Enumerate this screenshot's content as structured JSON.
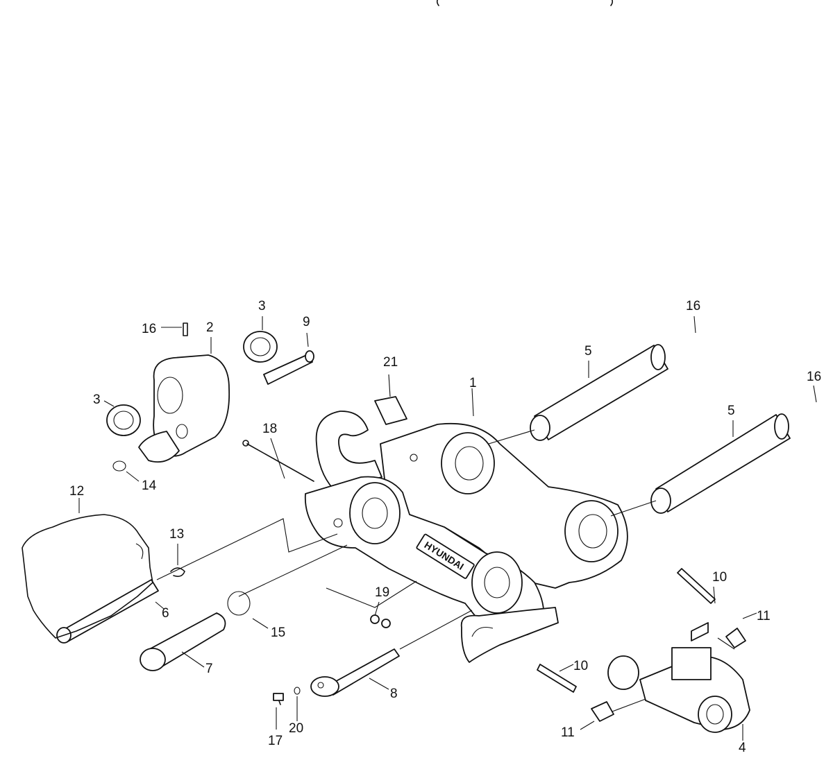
{
  "header": {
    "fragment": "( )"
  },
  "brand_marking": "HYUNDAI",
  "callouts": [
    {
      "id": "c-1",
      "label": "1"
    },
    {
      "id": "c-2",
      "label": "2"
    },
    {
      "id": "c-3a",
      "label": "3"
    },
    {
      "id": "c-3b",
      "label": "3"
    },
    {
      "id": "c-4",
      "label": "4"
    },
    {
      "id": "c-5a",
      "label": "5"
    },
    {
      "id": "c-5b",
      "label": "5"
    },
    {
      "id": "c-6",
      "label": "6"
    },
    {
      "id": "c-7",
      "label": "7"
    },
    {
      "id": "c-8",
      "label": "8"
    },
    {
      "id": "c-9",
      "label": "9"
    },
    {
      "id": "c-10a",
      "label": "10"
    },
    {
      "id": "c-10b",
      "label": "10"
    },
    {
      "id": "c-11a",
      "label": "11"
    },
    {
      "id": "c-11b",
      "label": "11"
    },
    {
      "id": "c-12",
      "label": "12"
    },
    {
      "id": "c-13",
      "label": "13"
    },
    {
      "id": "c-14",
      "label": "14"
    },
    {
      "id": "c-15",
      "label": "15"
    },
    {
      "id": "c-16a",
      "label": "16"
    },
    {
      "id": "c-16b",
      "label": "16"
    },
    {
      "id": "c-16c",
      "label": "16"
    },
    {
      "id": "c-17",
      "label": "17"
    },
    {
      "id": "c-18",
      "label": "18"
    },
    {
      "id": "c-19",
      "label": "19"
    },
    {
      "id": "c-20",
      "label": "20"
    },
    {
      "id": "c-21",
      "label": "21"
    }
  ]
}
